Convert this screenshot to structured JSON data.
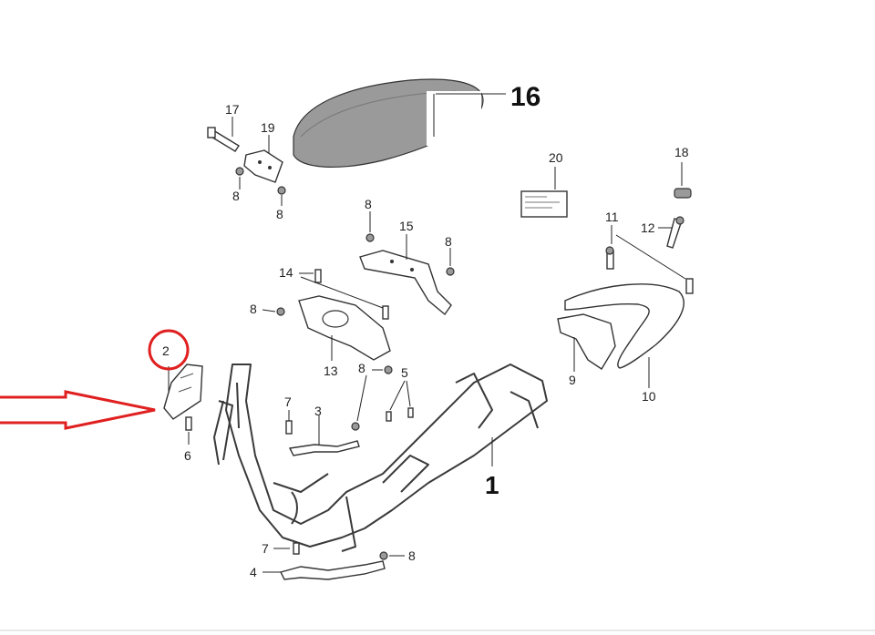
{
  "callouts": {
    "c1": "1",
    "c2": "2",
    "c3": "3",
    "c4": "4",
    "c5": "5",
    "c6": "6",
    "c7a": "7",
    "c7b": "7",
    "c8a": "8",
    "c8b": "8",
    "c8c": "8",
    "c8d": "8",
    "c8e": "8",
    "c8f": "8",
    "c8g": "8",
    "c9": "9",
    "c10": "10",
    "c11": "11",
    "c12": "12",
    "c13": "13",
    "c14": "14",
    "c15": "15",
    "c16": "16",
    "c17": "17",
    "c18": "18",
    "c19": "19",
    "c20": "20"
  },
  "colors": {
    "highlight_circle": "#e02020",
    "pointer_arrow": "#e02020",
    "line_art": "#333333"
  }
}
